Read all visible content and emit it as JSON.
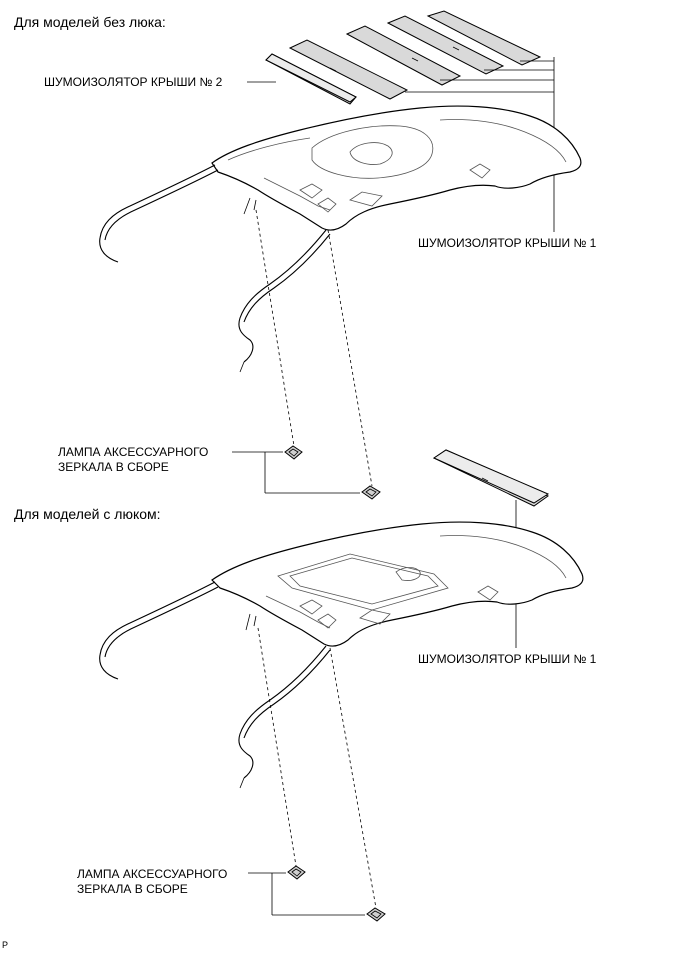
{
  "sections": {
    "no_sunroof": "Для моделей без люка:",
    "with_sunroof": "Для моделей с люком:"
  },
  "labels": {
    "roof_insulator_2": "ШУМОИЗОЛЯТОР КРЫШИ № 2",
    "roof_insulator_1_top": "ШУМОИЗОЛЯТОР КРЫШИ № 1",
    "roof_insulator_1_bottom": "ШУМОИЗОЛЯТОР КРЫШИ № 1",
    "mirror_lamp_top": "ЛАМПА АКСЕССУАРНОГО\nЗЕРКАЛА В СБОРЕ",
    "mirror_lamp_bottom": "ЛАМПА АКСЕССУАРНОГО\nЗЕРКАЛА В СБОРЕ"
  },
  "footer_code": "P"
}
